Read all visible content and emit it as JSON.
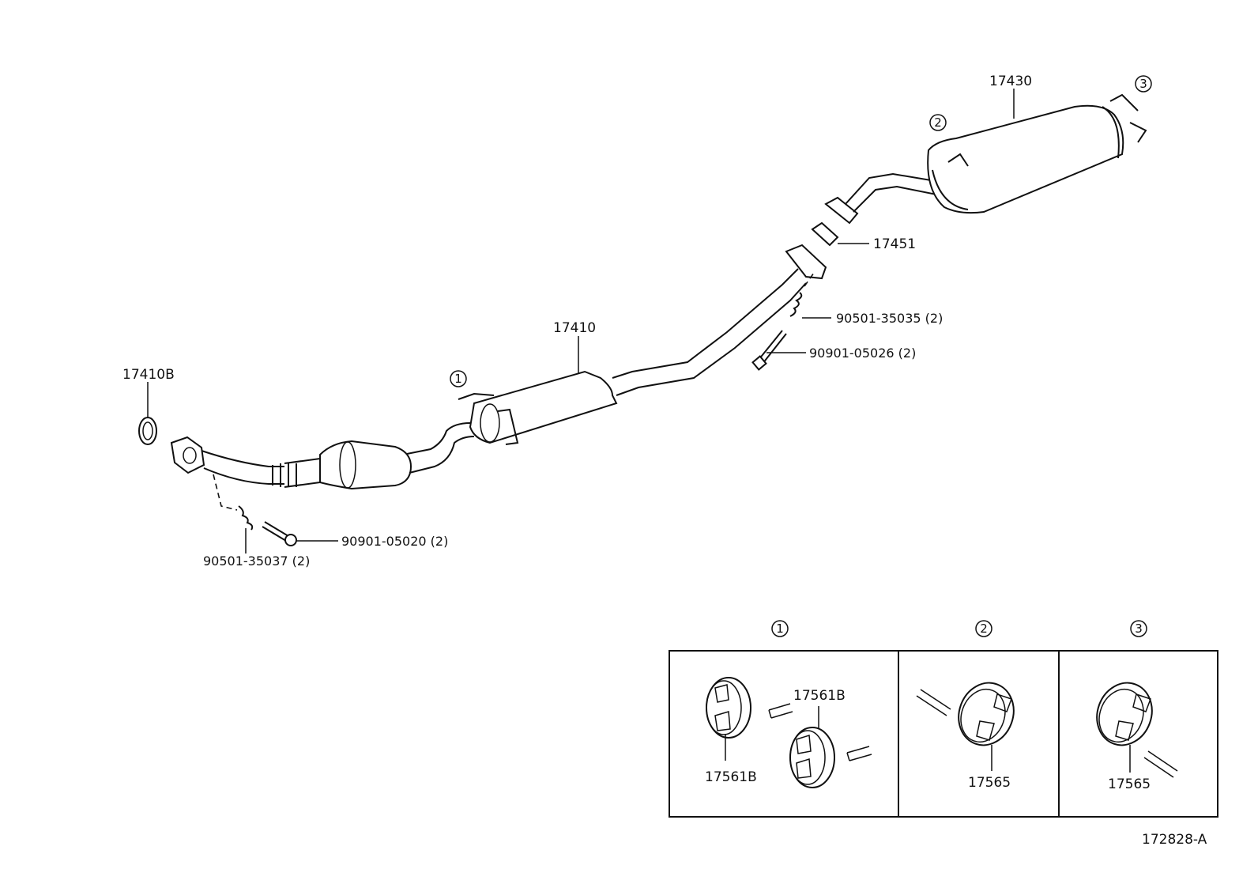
{
  "labels": {
    "p17410B": "17410B",
    "p17410": "17410",
    "p17430": "17430",
    "p17451": "17451",
    "p90501_35035": "90501-35035 (2)",
    "p90901_05026": "90901-05026 (2)",
    "p90901_05020": "90901-05020 (2)",
    "p90501_35037": "90501-35037 (2)",
    "inset_17561B_a": "17561B",
    "inset_17561B_b": "17561B",
    "inset_17565_a": "17565",
    "inset_17565_b": "17565",
    "figure_code": "172828-A"
  },
  "callouts": {
    "c1": "1",
    "c2": "2",
    "c3": "3",
    "inset_c1": "1",
    "inset_c2": "2",
    "inset_c3": "3"
  }
}
